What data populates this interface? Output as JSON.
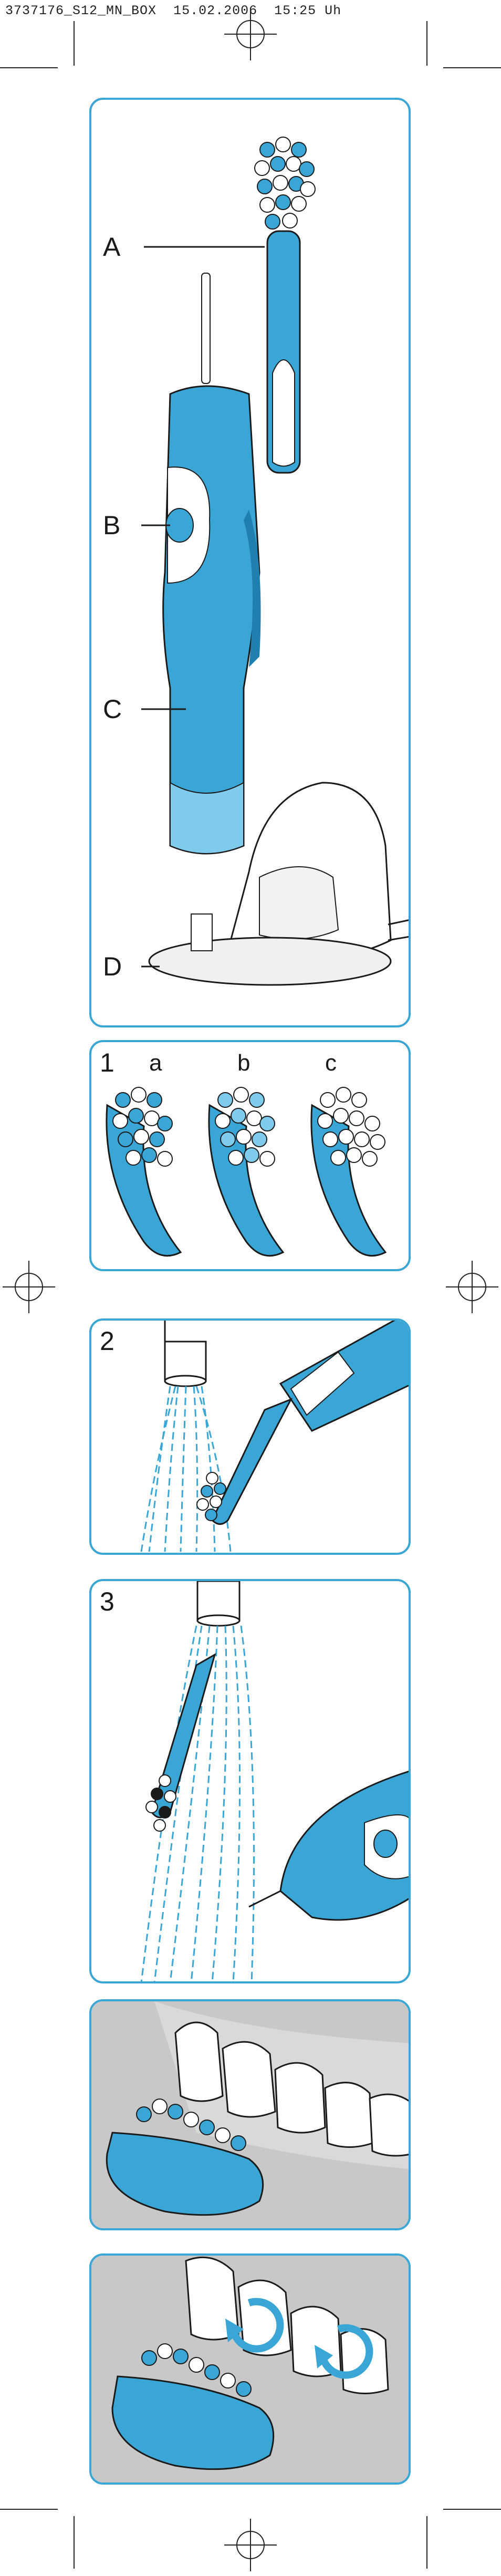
{
  "header": {
    "job_code": "3737176_S12_MN_BOX",
    "date": "15.02.2006",
    "time": "15:25 Uh"
  },
  "overview_panel": {
    "labels": [
      "A",
      "B",
      "C",
      "D"
    ]
  },
  "step1_panel": {
    "step_number": "1",
    "sublabels": [
      "a",
      "b",
      "c"
    ]
  },
  "step2_panel": {
    "step_number": "2"
  },
  "step3_panel": {
    "step_number": "3"
  },
  "colors": {
    "brand_blue": "#3aa6d6",
    "light_blue": "#7fcbeb",
    "dark_blue": "#1f7fb0",
    "gum_gray": "#c8c8c8"
  }
}
